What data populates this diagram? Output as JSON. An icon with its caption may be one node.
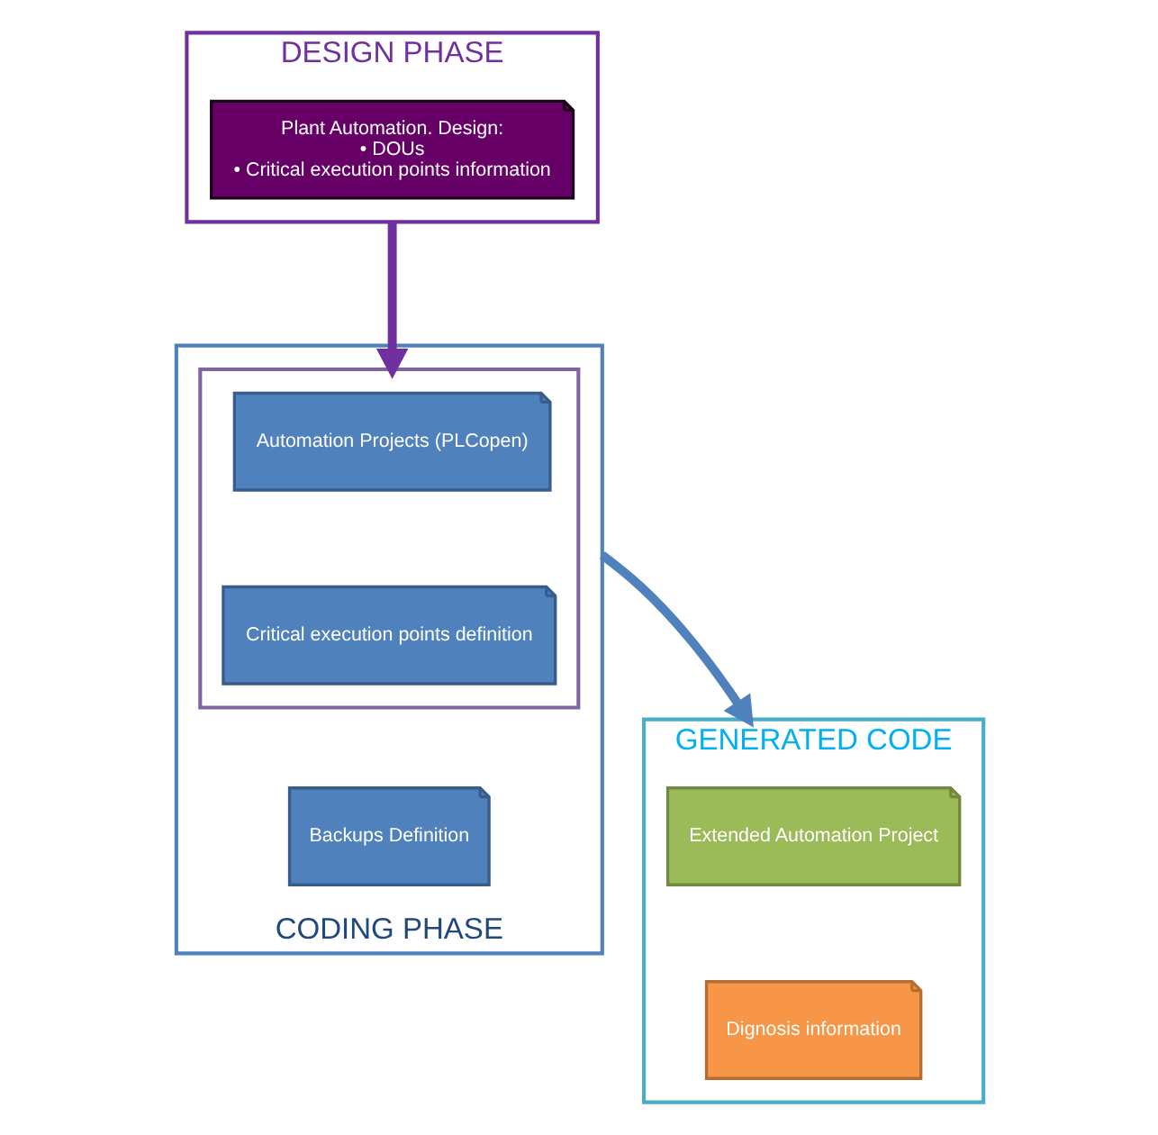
{
  "diagram": {
    "nodes": [
      {
        "text": [
          "DESIGN PHASE"
        ]
      },
      {
        "text": [
          "Plant Automation. Design:",
          "• DOUs",
          "• Critical execution points information"
        ],
        "in": 0
      },
      {
        "text": [
          "CODING PHASE"
        ]
      },
      {
        "text": [],
        "shape": "box",
        "in": 2
      },
      {
        "text": [
          "Automation Projects (PLCopen)"
        ],
        "in": 3
      },
      {
        "text": [
          "Critical execution points definition"
        ],
        "in": 3
      },
      {
        "text": [
          "Backups Definition"
        ],
        "in": 2
      },
      {
        "text": [
          "GENERATED CODE"
        ]
      },
      {
        "text": [
          "Extended Automation Project"
        ],
        "in": 7
      },
      {
        "text": [
          "Dignosis information"
        ],
        "in": 7
      }
    ],
    "edges": [
      {
        "from": 0,
        "to": 3,
        "arrow": "to",
        "color": "#7030a0"
      },
      {
        "from": 2,
        "to": 7,
        "arrow": "to",
        "color": "#4f81bd"
      }
    ]
  }
}
